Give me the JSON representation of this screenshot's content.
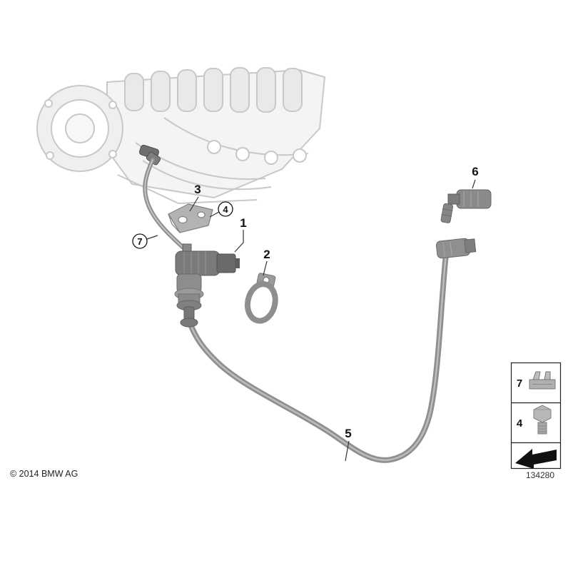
{
  "colors": {
    "background": "#ffffff",
    "engine_line": "#c8c8c8",
    "engine_fill": "#f2f2f2",
    "part_gray": "#7a7a7a",
    "hose_gray": "#8f8f8f",
    "text": "#111111"
  },
  "callouts": {
    "c1": "1",
    "c2": "2",
    "c3": "3",
    "c4": "4",
    "c5": "5",
    "c6": "6",
    "c7": "7"
  },
  "legend": {
    "items": [
      {
        "label": "7",
        "icon": "clip-icon"
      },
      {
        "label": "4",
        "icon": "bolt-icon"
      }
    ],
    "direction_symbol": "direction-arrow-icon"
  },
  "footer": {
    "copyright": "© 2014 BMW AG",
    "part_number": "134280"
  }
}
